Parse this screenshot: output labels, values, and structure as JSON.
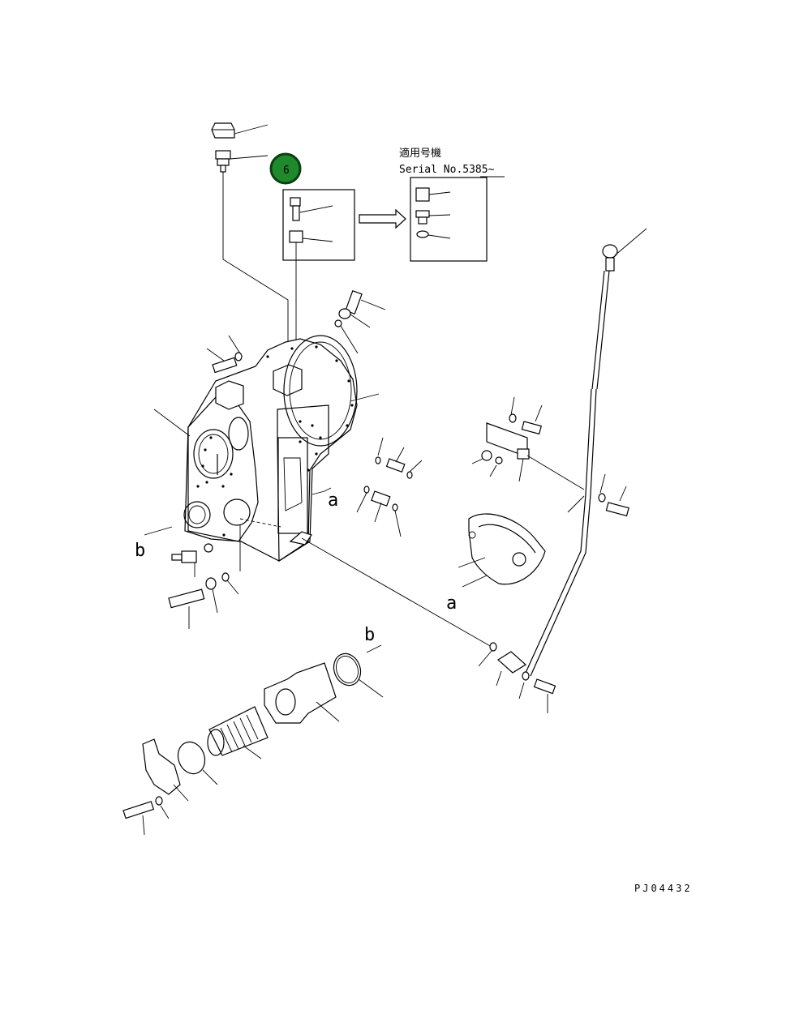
{
  "callout": {
    "number": "6",
    "color": "#1f8a2b",
    "ring_color": "#0c3f12"
  },
  "serial_box": {
    "title_jp": "適用号機",
    "serial": "Serial No.5385~"
  },
  "letters": {
    "a1": "a",
    "a2": "a",
    "b1": "b",
    "b2": "b"
  },
  "drawing_code": "PJ04432"
}
